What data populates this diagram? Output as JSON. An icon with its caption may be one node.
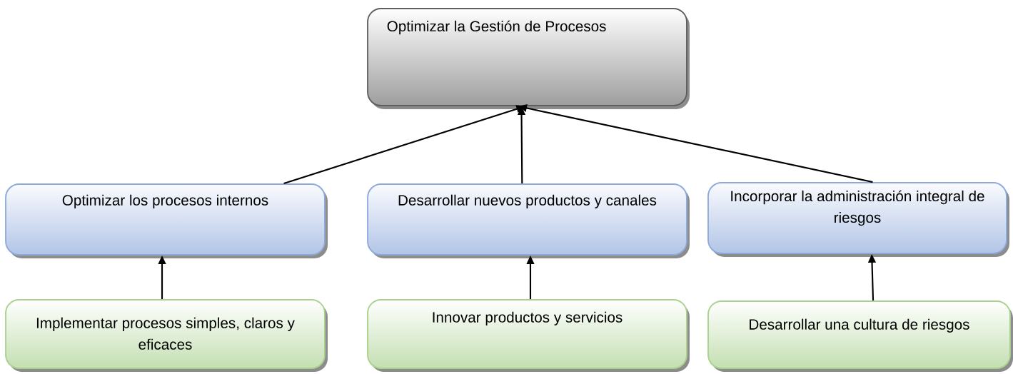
{
  "diagram": {
    "nodes": [
      {
        "text": [
          "Optimizar la Gestión de Procesos"
        ]
      },
      {
        "text": [
          "Optimizar los procesos internos"
        ]
      },
      {
        "text": [
          "Desarrollar nuevos productos y canales"
        ]
      },
      {
        "text": [
          "Incorporar la administración integral de riesgos"
        ]
      },
      {
        "text": [
          "Implementar procesos simples, claros y eficaces"
        ]
      },
      {
        "text": [
          "Innovar productos y servicios"
        ]
      },
      {
        "text": [
          "Desarrollar una cultura de riesgos"
        ]
      }
    ],
    "edges": [
      {
        "from": 1,
        "to": 0,
        "arrow": "to"
      },
      {
        "from": 2,
        "to": 0,
        "arrow": "to"
      },
      {
        "from": 3,
        "to": 0,
        "arrow": "to"
      },
      {
        "from": 4,
        "to": 1,
        "arrow": "to"
      },
      {
        "from": 5,
        "to": 2,
        "arrow": "to"
      },
      {
        "from": 6,
        "to": 3,
        "arrow": "to"
      }
    ]
  }
}
